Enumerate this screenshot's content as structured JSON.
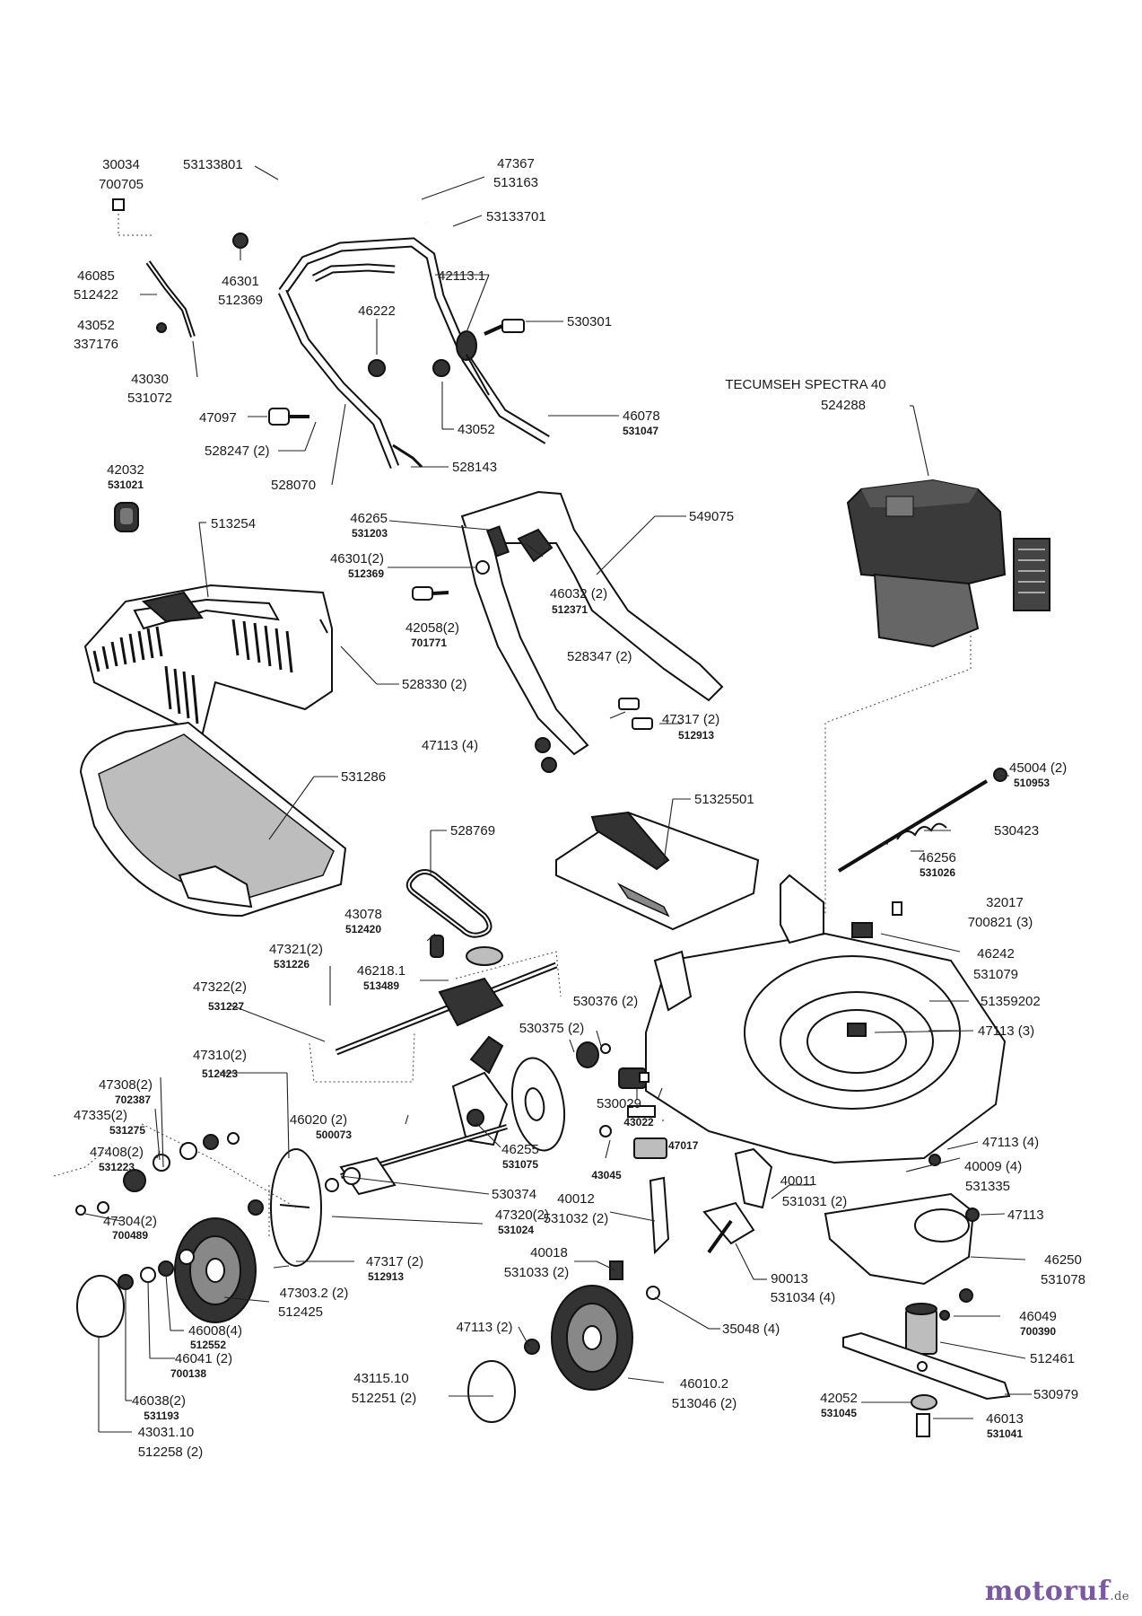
{
  "engine": {
    "name": "TECUMSEH SPECTRA 40",
    "code": "524288"
  },
  "watermark": {
    "brand": "motoruf",
    "tld": ".de"
  },
  "labels": {
    "l30034": "30034",
    "l700705": "700705",
    "l53133801": "53133801",
    "l47367": "47367",
    "l513163": "513163",
    "l53133701": "53133701",
    "l46085": "46085",
    "l512422": "512422",
    "l46301a": "46301",
    "l512369a": "512369",
    "l42113_1": "42113.1",
    "l43052a": "43052",
    "l337176": "337176",
    "l46222": "46222",
    "l530301": "530301",
    "l43030": "43030",
    "l531072": "531072",
    "l47097": "47097",
    "l43052b": "43052",
    "l46078": "46078",
    "l531047": "531047",
    "l528247": "528247 (2)",
    "l528143": "528143",
    "l528070": "528070",
    "l42032": "42032",
    "l531021": "531021",
    "l46265": "46265",
    "l531203": "531203",
    "l549075": "549075",
    "l513254": "513254",
    "l46301b": "46301(2)",
    "l512369b": "512369",
    "l46032": "46032 (2)",
    "l512371": "512371",
    "l42058": "42058(2)",
    "l701771": "701771",
    "l528330": "528330 (2)",
    "l528347": "528347 (2)",
    "l47317a": "47317 (2)",
    "l512913a": "512913",
    "l47113a": "47113 (4)",
    "l531286": "531286",
    "l45004": "45004 (2)",
    "l510953": "510953",
    "l51325501": "51325501",
    "l528769": "528769",
    "l530423": "530423",
    "l46256": "46256",
    "l531026": "531026",
    "l43078": "43078",
    "l512420": "512420",
    "l32017": "32017",
    "l700821": "700821 (3)",
    "l47321": "47321(2)",
    "l531226": "531226",
    "l46218_1": "46218.1",
    "l513489": "513489",
    "l46242": "46242",
    "l531079": "531079",
    "l47322": "47322(2)",
    "l531227": "531227",
    "l51359202": "51359202",
    "l530376": "530376 (2)",
    "l530375": "530375 (2)",
    "l47113b": "47113 (3)",
    "l47310": "47310(2)",
    "l512423": "512423",
    "l47308": "47308(2)",
    "l702387": "702387",
    "l47335": "47335(2)",
    "l531275": "531275",
    "l46020": "46020 (2)",
    "l500073": "500073",
    "l530029": "530029",
    "l43022": "43022",
    "l47408": "47408(2)",
    "l531223": "531223",
    "l47017": "47017",
    "l46255": "46255",
    "l531075": "531075",
    "l47113c": "47113 (4)",
    "l43045": "43045",
    "l40009": "40009 (4)",
    "l531335": "531335",
    "l40011": "40011",
    "l531031": "531031 (2)",
    "l530374": "530374",
    "l40012": "40012",
    "l531032": "531032 (2)",
    "l47113d": "47113",
    "l47304": "47304(2)",
    "l700489": "700489",
    "l47320": "47320(2)",
    "l531024": "531024",
    "l46250": "46250",
    "l531078": "531078",
    "l47317b": "47317 (2)",
    "l512913b": "512913",
    "l40018": "40018",
    "l531033": "531033 (2)",
    "l90013": "90013",
    "l531034": "531034 (4)",
    "l47303_2": "47303.2 (2)",
    "l512425": "512425",
    "l46049": "46049",
    "l700390": "700390",
    "l46008": "46008(4)",
    "l512552": "512552",
    "l47113e": "47113 (2)",
    "l35048": "35048 (4)",
    "l512461": "512461",
    "l46041": "46041 (2)",
    "l700138": "700138",
    "l43115_10": "43115.10",
    "l512251": "512251 (2)",
    "l46010_2": "46010.2",
    "l513046": "513046 (2)",
    "l530979": "530979",
    "l42052": "42052",
    "l531045": "531045",
    "l46038": "46038(2)",
    "l531193": "531193",
    "l46013": "46013",
    "l531041": "531041",
    "l43031_10": "43031.10",
    "l512258": "512258 (2)"
  }
}
